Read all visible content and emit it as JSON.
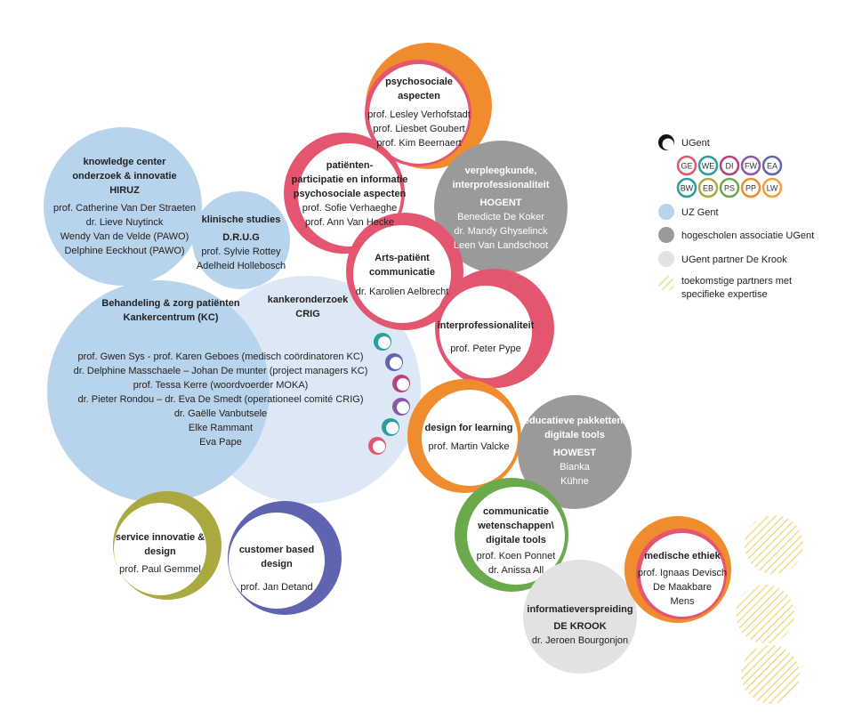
{
  "colors": {
    "uz_blue": "#b8d3ec",
    "krc_light": "#dce8f5",
    "hog_gray": "#9a9a9a",
    "krook_gray": "#e2e2e2",
    "orange": "#f08c2e",
    "pink": "#e4566f",
    "green": "#6aaa4d",
    "olive": "#aaa93f",
    "indigo": "#5e64b0",
    "teal": "#2a9d9c",
    "purple": "#8b57a8",
    "magenta": "#b8407f",
    "hatch": "#f2d98a",
    "text_dark": "#222222",
    "text_white": "#ffffff"
  },
  "nodes": {
    "psychosociale": {
      "title": [
        "psychosociale",
        "aspecten"
      ],
      "people": [
        "prof. Lesley Verhofstadt",
        "prof. Liesbet Goubert",
        "prof. Kim Beernaert"
      ]
    },
    "patienten": {
      "title": [
        "patiënten-",
        "participatie en informatie",
        "psychosociale aspecten"
      ],
      "people": [
        "prof. Sofie Verhaeghe",
        "prof. Ann Van Hecke"
      ]
    },
    "verpleegkunde": {
      "title": [
        "verpleegkunde,",
        "interprofessionaliteit"
      ],
      "org": "HOGENT",
      "people": [
        "Benedicte De Koker",
        "dr. Mandy Ghyselinck",
        "Leen Van Landschoot"
      ]
    },
    "hiruz": {
      "title": [
        "knowledge center",
        "onderzoek & innovatie"
      ],
      "org": "HIRUZ",
      "people": [
        "prof. Catherine Van Der Straeten",
        "dr. Lieve Nuytinck",
        "Wendy Van de Velde (PAWO)",
        "Delphine Eeckhout (PAWO)"
      ]
    },
    "klinische": {
      "title": [
        "klinische studies"
      ],
      "org": "D.R.U.G",
      "people": [
        "prof. Sylvie Rottey",
        "Adelheid Hollebosch"
      ]
    },
    "arts": {
      "title": [
        "Arts-patiënt",
        "communicatie"
      ],
      "people": [
        "dr. Karolien Aelbrecht"
      ]
    },
    "crig": {
      "title": [
        "kankeronderzoek",
        "CRIG"
      ]
    },
    "kc": {
      "title": [
        "Behandeling & zorg patiënten",
        "Kankercentrum (KC)"
      ],
      "people": [
        "prof. Gwen Sys - prof. Karen Geboes (medisch coördinatoren KC)",
        "dr. Delphine Masschaele – Johan De munter (project managers KC)",
        "prof. Tessa Kerre (woordvoerder MOKA)",
        "dr. Pieter Rondou – dr. Eva De Smedt (operationeel comité CRIG)",
        "dr. Gaëlle Vanbutsele",
        "Elke Rammant",
        "Eva Pape"
      ]
    },
    "interprof": {
      "title": [
        "interprofessionaliteit"
      ],
      "people": [
        "prof. Peter Pype"
      ]
    },
    "design": {
      "title": [
        "design for learning"
      ],
      "people": [
        "prof. Martin Valcke"
      ]
    },
    "howest": {
      "title": [
        "educatieve pakketten/",
        "digitale tools"
      ],
      "org": "HOWEST",
      "people": [
        "Bianka",
        "Kühne"
      ]
    },
    "communicatie": {
      "title": [
        "communicatie",
        "wetenschappen\\",
        "digitale tools"
      ],
      "people": [
        "prof. Koen Ponnet",
        "dr. Anissa All"
      ]
    },
    "service": {
      "title": [
        "service innovatie &",
        "design"
      ],
      "people": [
        "prof. Paul Gemmel"
      ]
    },
    "customer": {
      "title": [
        "customer based",
        "design"
      ],
      "people": [
        "prof. Jan Detand"
      ]
    },
    "krook": {
      "title": [
        "informatieverspreiding"
      ],
      "org": "DE KROOK",
      "people": [
        "dr. Jeroen Bourgonjon"
      ]
    },
    "ethiek": {
      "title": [
        "medische ethiek"
      ],
      "people": [
        "prof. Ignaas Devisch",
        "De Maakbare",
        "Mens"
      ]
    }
  },
  "legend": {
    "ugent": "UGent",
    "faculties": [
      {
        "code": "GE",
        "color": "#e4566f"
      },
      {
        "code": "WE",
        "color": "#2a9d9c"
      },
      {
        "code": "DI",
        "color": "#b8407f"
      },
      {
        "code": "FW",
        "color": "#8b57a8"
      },
      {
        "code": "EA",
        "color": "#5e64b0"
      },
      {
        "code": "BW",
        "color": "#2a9d9c"
      },
      {
        "code": "EB",
        "color": "#aaa93f"
      },
      {
        "code": "PS",
        "color": "#6aaa4d"
      },
      {
        "code": "PP",
        "color": "#f08c2e"
      },
      {
        "code": "LW",
        "color": "#f0a03a"
      }
    ],
    "uz": "UZ Gent",
    "hog": "hogescholen associatie UGent",
    "krook": "UGent partner De Krook",
    "future": [
      "toekomstige partners met",
      "specifieke expertise"
    ]
  }
}
